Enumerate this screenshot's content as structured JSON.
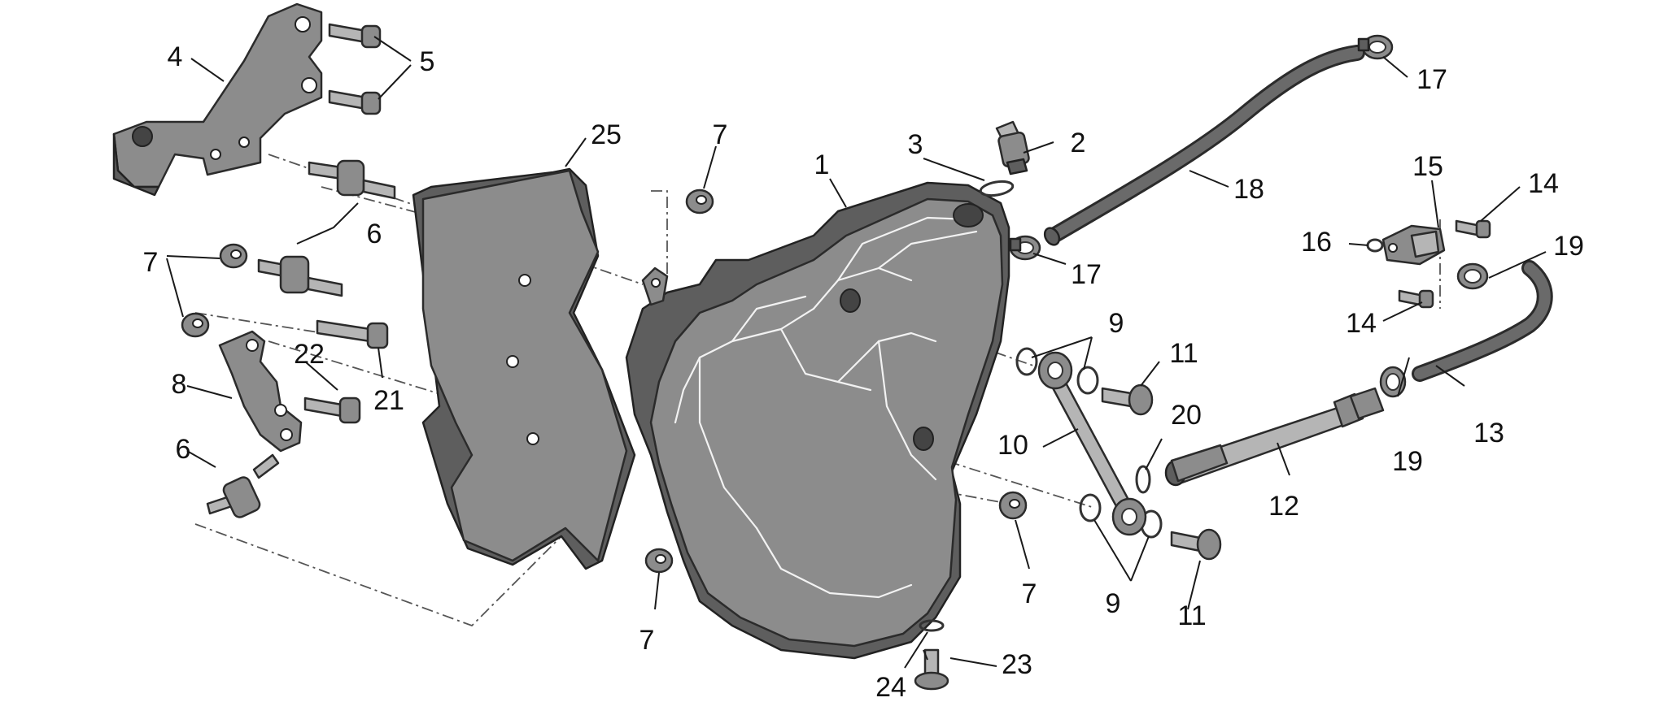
{
  "diagram": {
    "callouts": [
      {
        "id": "c1",
        "text": "1"
      },
      {
        "id": "c2",
        "text": "2"
      },
      {
        "id": "c3",
        "text": "3"
      },
      {
        "id": "c4",
        "text": "4"
      },
      {
        "id": "c5",
        "text": "5"
      },
      {
        "id": "c6a",
        "text": "6"
      },
      {
        "id": "c6b",
        "text": "6"
      },
      {
        "id": "c7a",
        "text": "7"
      },
      {
        "id": "c7b",
        "text": "7"
      },
      {
        "id": "c7c",
        "text": "7"
      },
      {
        "id": "c7d",
        "text": "7"
      },
      {
        "id": "c8",
        "text": "8"
      },
      {
        "id": "c9a",
        "text": "9"
      },
      {
        "id": "c9b",
        "text": "9"
      },
      {
        "id": "c10",
        "text": "10"
      },
      {
        "id": "c11a",
        "text": "11"
      },
      {
        "id": "c11b",
        "text": "11"
      },
      {
        "id": "c12",
        "text": "12"
      },
      {
        "id": "c13",
        "text": "13"
      },
      {
        "id": "c14a",
        "text": "14"
      },
      {
        "id": "c14b",
        "text": "14"
      },
      {
        "id": "c15",
        "text": "15"
      },
      {
        "id": "c16",
        "text": "16"
      },
      {
        "id": "c17a",
        "text": "17"
      },
      {
        "id": "c17b",
        "text": "17"
      },
      {
        "id": "c18",
        "text": "18"
      },
      {
        "id": "c19a",
        "text": "19"
      },
      {
        "id": "c19b",
        "text": "19"
      },
      {
        "id": "c20",
        "text": "20"
      },
      {
        "id": "c21",
        "text": "21"
      },
      {
        "id": "c22",
        "text": "22"
      },
      {
        "id": "c23",
        "text": "23"
      },
      {
        "id": "c24",
        "text": "24"
      },
      {
        "id": "c25",
        "text": "25"
      }
    ]
  }
}
